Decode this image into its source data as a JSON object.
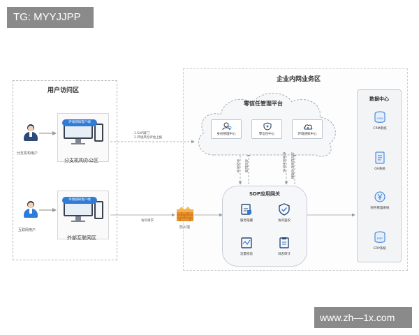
{
  "tags": {
    "top_left": "TG: MYYJJPP",
    "bottom_right": "www.zh—1x.com"
  },
  "user_zone": {
    "title": "用户访问区",
    "branch_user_label": "分支机构用户",
    "internet_user_label": "互联网用户",
    "client_badge": "环境感知客户端",
    "branch_office_caption": "分支机构办公区",
    "external_office_caption": "外部互联网区"
  },
  "enterprise": {
    "title": "企业内网业务区",
    "zero_trust": {
      "title": "零信任管理平台",
      "nodes": [
        "身份管理中心",
        "零信任中心",
        "环境感知中心"
      ]
    },
    "sdp_gateway": {
      "title": "SDP应用网关",
      "items": [
        "服务隐藏",
        "访问鉴权",
        "流量校验",
        "日志审计"
      ]
    },
    "data_center": {
      "title": "数据中心",
      "items": [
        "CRM系统",
        "OA系统",
        "财务管理系统",
        "ERP系统"
      ],
      "icon_texts": [
        "CRM",
        "ERP"
      ]
    }
  },
  "flows": {
    "spa_knock_line1": "1.SAP敲门",
    "spa_knock_line2": "2.环境风险评估上报",
    "access_request": "访问请求",
    "firewall_label": "防火墙",
    "identity_verify": "身份验证",
    "access_control": "访问控制",
    "continuous_trust": "持续信任评估",
    "access_policy": "访问权限动态调整"
  },
  "colors": {
    "accent_blue": "#2f7bd8",
    "line_gray": "#9a9a9a",
    "tag_gray": "#8a8a8a"
  }
}
